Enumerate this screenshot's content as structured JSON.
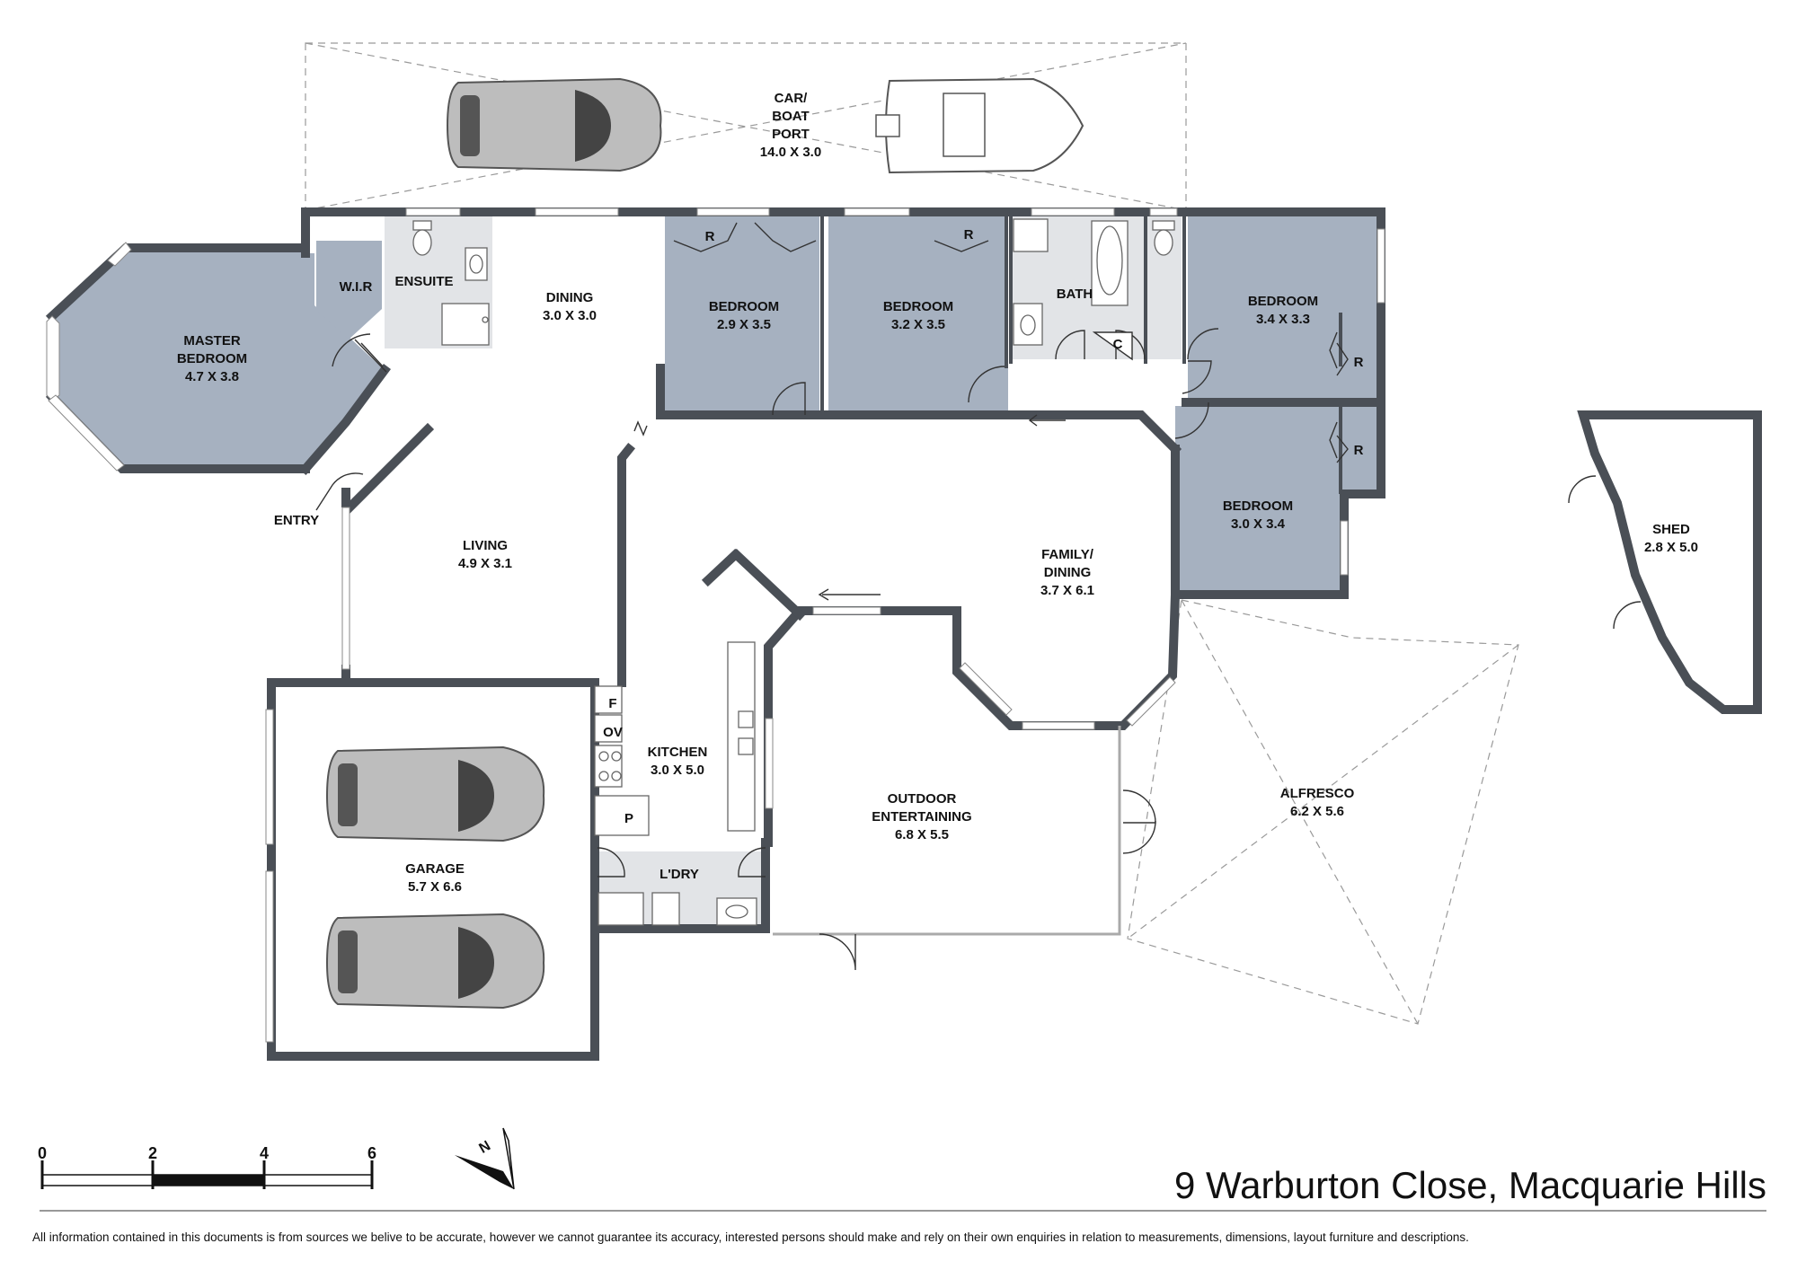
{
  "address": "9 Warburton Close, Macquarie Hills",
  "disclaimer": "All information contained in this documents is  from sources we belive to be accurate, however we cannot guarantee its accuracy, interested persons should make and rely on their own enquiries  in relation to measurements, dimensions, layout furniture and descriptions.",
  "colors": {
    "bedroom_fill": "#a6b1c0",
    "wet_area_fill": "#e2e4e7",
    "wall": "#4a4f56"
  },
  "rooms": {
    "carport": {
      "line1": "CAR/",
      "line2": "BOAT",
      "line3": "PORT",
      "dims": "14.0 X 3.0"
    },
    "master": {
      "line1": "MASTER",
      "line2": "BEDROOM",
      "dims": "4.7 X 3.8"
    },
    "wir": {
      "name": "W.I.R"
    },
    "ensuite": {
      "name": "ENSUITE"
    },
    "dining": {
      "name": "DINING",
      "dims": "3.0 X 3.0"
    },
    "bed2": {
      "name": "BEDROOM",
      "dims": "2.9 X 3.5"
    },
    "bed3": {
      "name": "BEDROOM",
      "dims": "3.2 X 3.5"
    },
    "bath": {
      "name": "BATH"
    },
    "cupboard": {
      "name": "C"
    },
    "bed4": {
      "name": "BEDROOM",
      "dims": "3.4 X 3.3"
    },
    "bed5": {
      "name": "BEDROOM",
      "dims": "3.0 X 3.4"
    },
    "robe": {
      "name": "R"
    },
    "entry": {
      "name": "ENTRY"
    },
    "living": {
      "name": "LIVING",
      "dims": "4.9 X 3.1"
    },
    "family": {
      "line1": "FAMILY/",
      "line2": "DINING",
      "dims": "3.7 X 6.1"
    },
    "kitchen": {
      "name": "KITCHEN",
      "dims": "3.0 X 5.0"
    },
    "fridge": {
      "name": "F"
    },
    "oven": {
      "name": "OV"
    },
    "pantry": {
      "name": "P"
    },
    "laundry": {
      "name": "L'DRY"
    },
    "garage": {
      "name": "GARAGE",
      "dims": "5.7 X 6.6"
    },
    "outdoor": {
      "line1": "OUTDOOR",
      "line2": "ENTERTAINING",
      "dims": "6.8 X 5.5"
    },
    "alfresco": {
      "name": "ALFRESCO",
      "dims": "6.2 X 5.6"
    },
    "shed": {
      "name": "SHED",
      "dims": "2.8 X 5.0"
    }
  },
  "scale": {
    "ticks": [
      "0",
      "2",
      "4",
      "6"
    ]
  },
  "compass": {
    "label": "N"
  }
}
